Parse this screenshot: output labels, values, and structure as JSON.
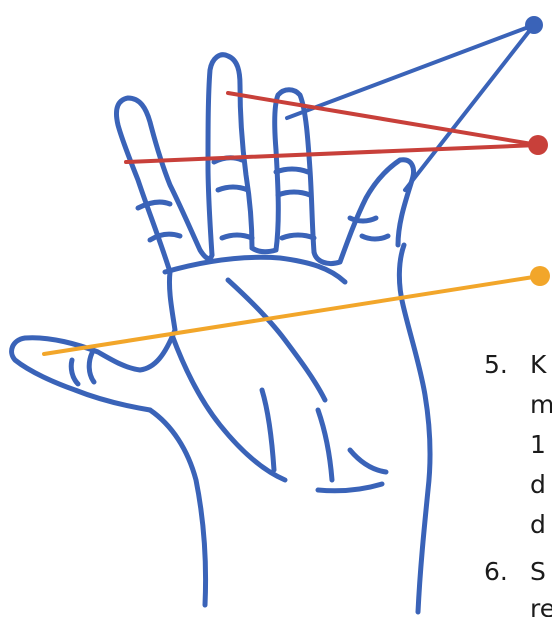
{
  "colors": {
    "hand_stroke": "#3a63b8",
    "line_blue": "#3a63b8",
    "line_red": "#c8403a",
    "line_orange": "#f2a62a",
    "text": "#1b1b1b"
  },
  "list": [
    {
      "number": "5.",
      "lines": [
        "K",
        "m",
        "1",
        "d",
        "d"
      ]
    },
    {
      "number": "6.",
      "lines": [
        "S",
        "re"
      ]
    }
  ]
}
